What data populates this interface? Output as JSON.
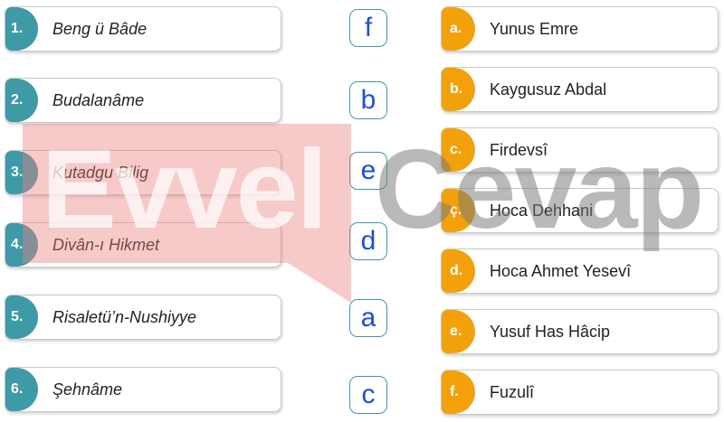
{
  "left_items": [
    {
      "number": "1.",
      "title": "Beng ü Bâde"
    },
    {
      "number": "2.",
      "title": "Budalanâme"
    },
    {
      "number": "3.",
      "title": "Kutadgu Bilig"
    },
    {
      "number": "4.",
      "title": "Divân-ı Hikmet"
    },
    {
      "number": "5.",
      "title": "Risaletü’n-Nushiyye"
    },
    {
      "number": "6.",
      "title": "Şehnâme"
    }
  ],
  "answers": [
    "f",
    "b",
    "e",
    "d",
    "a",
    "c"
  ],
  "right_items": [
    {
      "letter": "a.",
      "name": "Yunus Emre"
    },
    {
      "letter": "b.",
      "name": "Kaygusuz Abdal"
    },
    {
      "letter": "c.",
      "name": "Firdevsî"
    },
    {
      "letter": "ç.",
      "name": "Hoca Dehhani"
    },
    {
      "letter": "d.",
      "name": "Hoca Ahmet Yesevî"
    },
    {
      "letter": "e.",
      "name": "Yusuf Has Hâcip"
    },
    {
      "letter": "f.",
      "name": "Fuzulî"
    }
  ],
  "watermark": {
    "part1": "Evvel",
    "part2": "Cevap"
  },
  "colors": {
    "teal": "#3d9aa6",
    "orange": "#f2a10b",
    "answer_text": "#1a4fd8"
  }
}
